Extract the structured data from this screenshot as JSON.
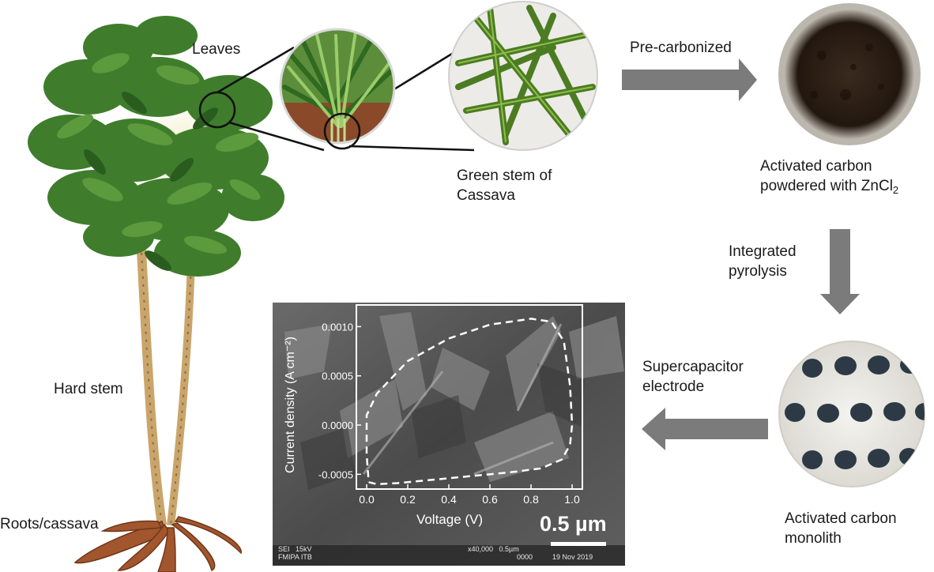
{
  "labels": {
    "leaves": "Leaves",
    "hard_stem": "Hard stem",
    "roots": "Roots/cassava",
    "green_stem": "Green stem of\nCassava",
    "pre_carbonized": "Pre-carbonized",
    "activated_powder_line1": "Activated carbon",
    "activated_powder_line2": "powdered with ZnCl",
    "activated_powder_sub": "2",
    "integrated_pyrolysis": "Integrated\npyrolysis",
    "supercapacitor": "Supercapacitor\nelectrode",
    "monolith": "Activated carbon\nmonolith"
  },
  "sem": {
    "scale_label": "0.5 µm",
    "footer_left_1": "SEI",
    "footer_left_2": "15kV",
    "footer_left_3": "FMIPA ITB",
    "footer_mag": "x40,000",
    "footer_scale": "0.5µm",
    "footer_num": "0000",
    "footer_date": "19 Nov 2019"
  },
  "chart_data": {
    "type": "line",
    "title": "",
    "xlabel": "Voltage (V)",
    "ylabel": "Current density (A cm⁻²)",
    "xlim": [
      -0.05,
      1.05
    ],
    "ylim": [
      -0.00065,
      0.00122
    ],
    "x_ticks": [
      0.0,
      0.2,
      0.4,
      0.6,
      0.8,
      1.0
    ],
    "x_tick_labels": [
      "0.0",
      "0.2",
      "0.4",
      "0.6",
      "0.8",
      "1.0"
    ],
    "y_ticks": [
      -0.0005,
      0.0,
      0.0005,
      0.001
    ],
    "y_tick_labels": [
      "-0.0005",
      "0.0000",
      "0.0005",
      "0.0010"
    ],
    "series": [
      {
        "style": "dashed",
        "color": "#ffffff",
        "x": [
          0.01,
          0.05,
          0.15,
          0.3,
          0.5,
          0.7,
          0.85,
          0.95,
          0.99,
          1.0,
          0.99,
          0.96,
          0.9,
          0.8,
          0.6,
          0.4,
          0.2,
          0.05,
          0.0,
          0.0,
          0.01
        ],
        "y": [
          -0.00058,
          -0.0006,
          -0.00059,
          -0.00056,
          -0.00052,
          -0.00048,
          -0.00044,
          -0.00035,
          -0.0002,
          0.0,
          0.0004,
          0.00085,
          0.00105,
          0.00108,
          0.00102,
          0.00088,
          0.00065,
          0.00032,
          0.0001,
          -0.0003,
          -0.00058
        ]
      }
    ],
    "colors": {
      "axis": "#ffffff",
      "curve": "#ffffff"
    }
  },
  "colors": {
    "arrow": "#7b7b7b",
    "text": "#1a1a1a",
    "leaf_dark": "#2f6b25",
    "leaf_mid": "#4f8d33",
    "stem": "#c9a56c",
    "root": "#a2562d",
    "carbon": "#2a1d14",
    "sem_bg": "#555555"
  },
  "icons": [
    "cassava-plant",
    "zoom-circle-leaves",
    "zoom-circle-green-stem",
    "carbon-powder-dish",
    "monolith-dish",
    "sem-micrograph"
  ]
}
